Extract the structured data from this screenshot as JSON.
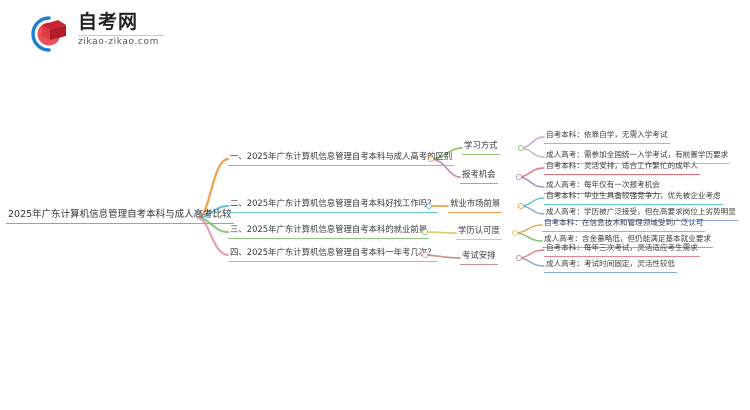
{
  "logo": {
    "cn_name": "自考网",
    "domain": "zikao-zikao.com",
    "mark_icon": "graduation-cap-icon",
    "arc_color": "#1b7fd4",
    "cap_color": "#d9343f"
  },
  "mindmap": {
    "root": {
      "label": "2025年广东计算机信息管理自考本科与成人高考比较",
      "color": "#7fa8d8"
    },
    "branches": [
      {
        "index": "1",
        "label": "一、2025年广东计算机信息管理自考本科与成人高考的区别",
        "color": "#efa24a",
        "subtopics": [
          {
            "label": "学习方式",
            "color": "#8cc873",
            "leaves": [
              {
                "label": "自考本科：依靠自学，无需入学考试",
                "color": "#c9a0d8"
              },
              {
                "label": "成人高考：需参加全国统一入学考试，有前置学历要求",
                "color": "#a8a8a8"
              }
            ]
          },
          {
            "label": "报考机会",
            "color": "#c58fbe",
            "leaves": [
              {
                "label": "自考本科：灵活安排，适合工作繁忙的成年人",
                "color": "#e8707a"
              },
              {
                "label": "成人高考：每年仅有一次报考机会",
                "color": "#9b8cc8"
              }
            ]
          }
        ]
      },
      {
        "index": "2",
        "label": "二、2025年广东计算机信息管理自考本科好找工作吗？",
        "color": "#6ec6d9",
        "subtopics": [
          {
            "label": "就业市场前景",
            "color": "#efa24a",
            "leaves": [
              {
                "label": "自考本科：毕业生具备较强竞争力，优先被企业考虑",
                "color": "#5ec4d6"
              },
              {
                "label": "成人高考：学历被广泛接受，但在高要求岗位上劣势明显",
                "color": "#8aa8d8"
              }
            ]
          }
        ]
      },
      {
        "index": "3",
        "label": "三、2025年广东计算机信息管理自考本科的就业前景",
        "color": "#8fc97e",
        "subtopics": [
          {
            "label": "学历认可度",
            "color": "#d8d06a",
            "leaves": [
              {
                "label": "自考本科：在信息技术和管理领域受到广泛认可",
                "color": "#efa24a"
              },
              {
                "label": "成人高考：含金量略低，但仍能满足基本就业要求",
                "color": "#7fc06a"
              }
            ]
          }
        ]
      },
      {
        "index": "4",
        "label": "四、2025年广东计算机信息管理自考本科一年考几次？",
        "color": "#e8a0b8",
        "subtopics": [
          {
            "label": "考试安排",
            "color": "#c98f8f",
            "leaves": [
              {
                "label": "自考本科：每年三次考试，灵活适应考生需求",
                "color": "#e8848e"
              },
              {
                "label": "成人高考：考试时间固定，灵活性较低",
                "color": "#8aa8d8"
              }
            ]
          }
        ]
      }
    ]
  }
}
